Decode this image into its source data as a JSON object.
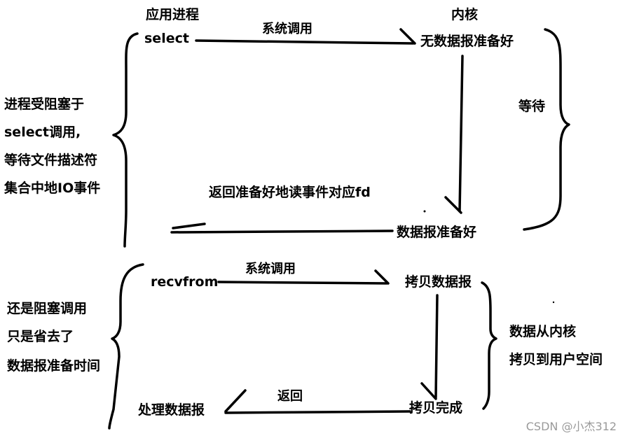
{
  "top": {
    "app_process": "应用进程",
    "select": "select",
    "syscall": "系统调用",
    "kernel": "内核",
    "no_datagram_ready": "无数据报准备好",
    "wait": "等待",
    "blocked_note": [
      "进程受阻塞于",
      "select调用,",
      "等待文件描述符",
      "集合中地IO事件"
    ],
    "return_fd": "返回准备好地读事件对应fd",
    "datagram_ready": "数据报准备好"
  },
  "bottom": {
    "recvfrom": "recvfrom",
    "syscall": "系统调用",
    "copy_datagram": "拷贝数据报",
    "blocked_note": [
      "还是阻塞调用",
      "只是省去了",
      "数据报准备时间"
    ],
    "copy_note": [
      "数据从内核",
      "拷贝到用户空间"
    ],
    "copy_done": "拷贝完成",
    "return": "返回",
    "process_datagram": "处理数据报"
  },
  "watermark": "CSDN @小杰312",
  "stroke_color": "#000000"
}
